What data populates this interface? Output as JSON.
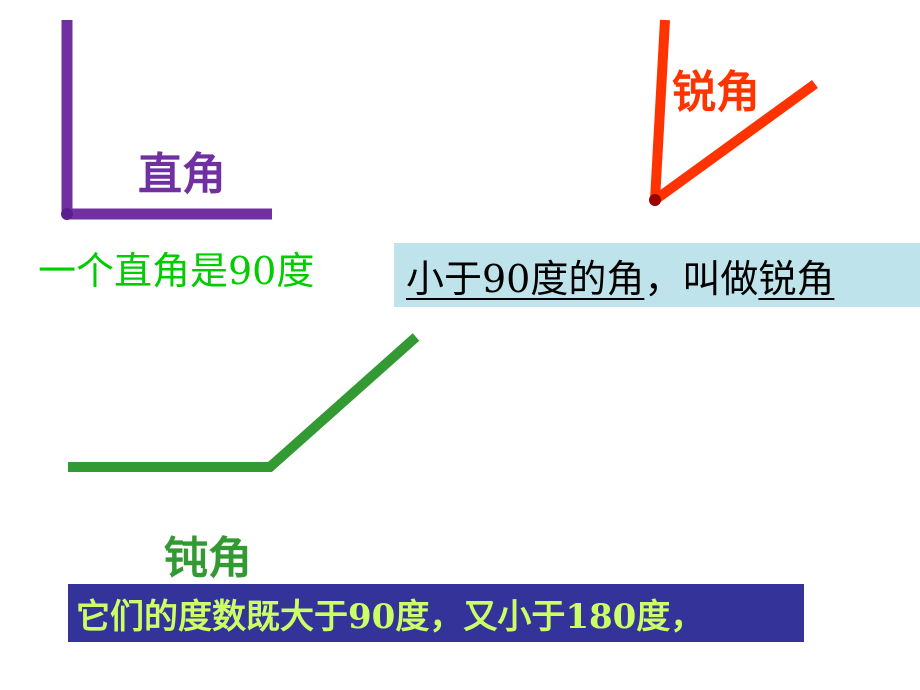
{
  "colors": {
    "right_angle": "#7030A0",
    "acute_angle": "#FF3300",
    "obtuse_angle": "#339933",
    "right_def_text": "#00CC00",
    "acute_def_bg": "#BFE3EB",
    "obtuse_def_bg": "#333399",
    "obtuse_def_text": "#CCFF66"
  },
  "right_angle": {
    "label": "直角",
    "definition": "一个直角是90度"
  },
  "acute_angle": {
    "label": "锐角",
    "definition_part1": "小于90度的角",
    "definition_part2": "，叫做",
    "definition_term": "锐角"
  },
  "obtuse_angle": {
    "label": "钝角",
    "definition": "它们的度数既大于90度，又小于180度，"
  }
}
